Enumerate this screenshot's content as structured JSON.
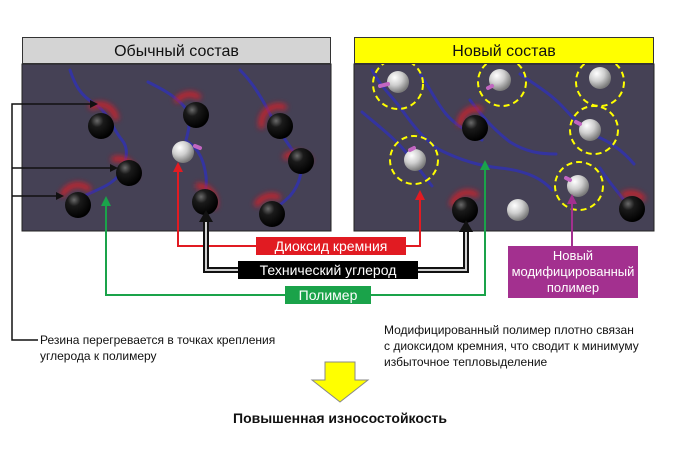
{
  "panels": {
    "left_title": "Обычный состав",
    "right_title": "Новый состав"
  },
  "labels": {
    "silica": "Диоксид кремния",
    "carbon_black": "Технический углерод",
    "polymer": "Полимер",
    "modified_polymer": "Новый\nмодифицированный\nполимер"
  },
  "notes": {
    "left": "Резина перегревается в точках крепления\nуглерода к полимеру",
    "right": "Модифицированный полимер плотно связан\nс диоксидом кремния, что сводит к минимуму\nизбыточное тепловыделение"
  },
  "result": "Повышенная износостойкость",
  "colors": {
    "panel_bg": "#454155",
    "left_title_bg": "#d4d4d4",
    "right_title_bg": "#ffff00",
    "silica_tag": "#e11b22",
    "carbon_tag": "#000000",
    "polymer_tag": "#1aa34a",
    "modified_tag": "#a3308f",
    "arrow_yellow": "#ffff00",
    "polymer_chain": "#3a3a9a",
    "heat_glow": "#e01e26"
  }
}
